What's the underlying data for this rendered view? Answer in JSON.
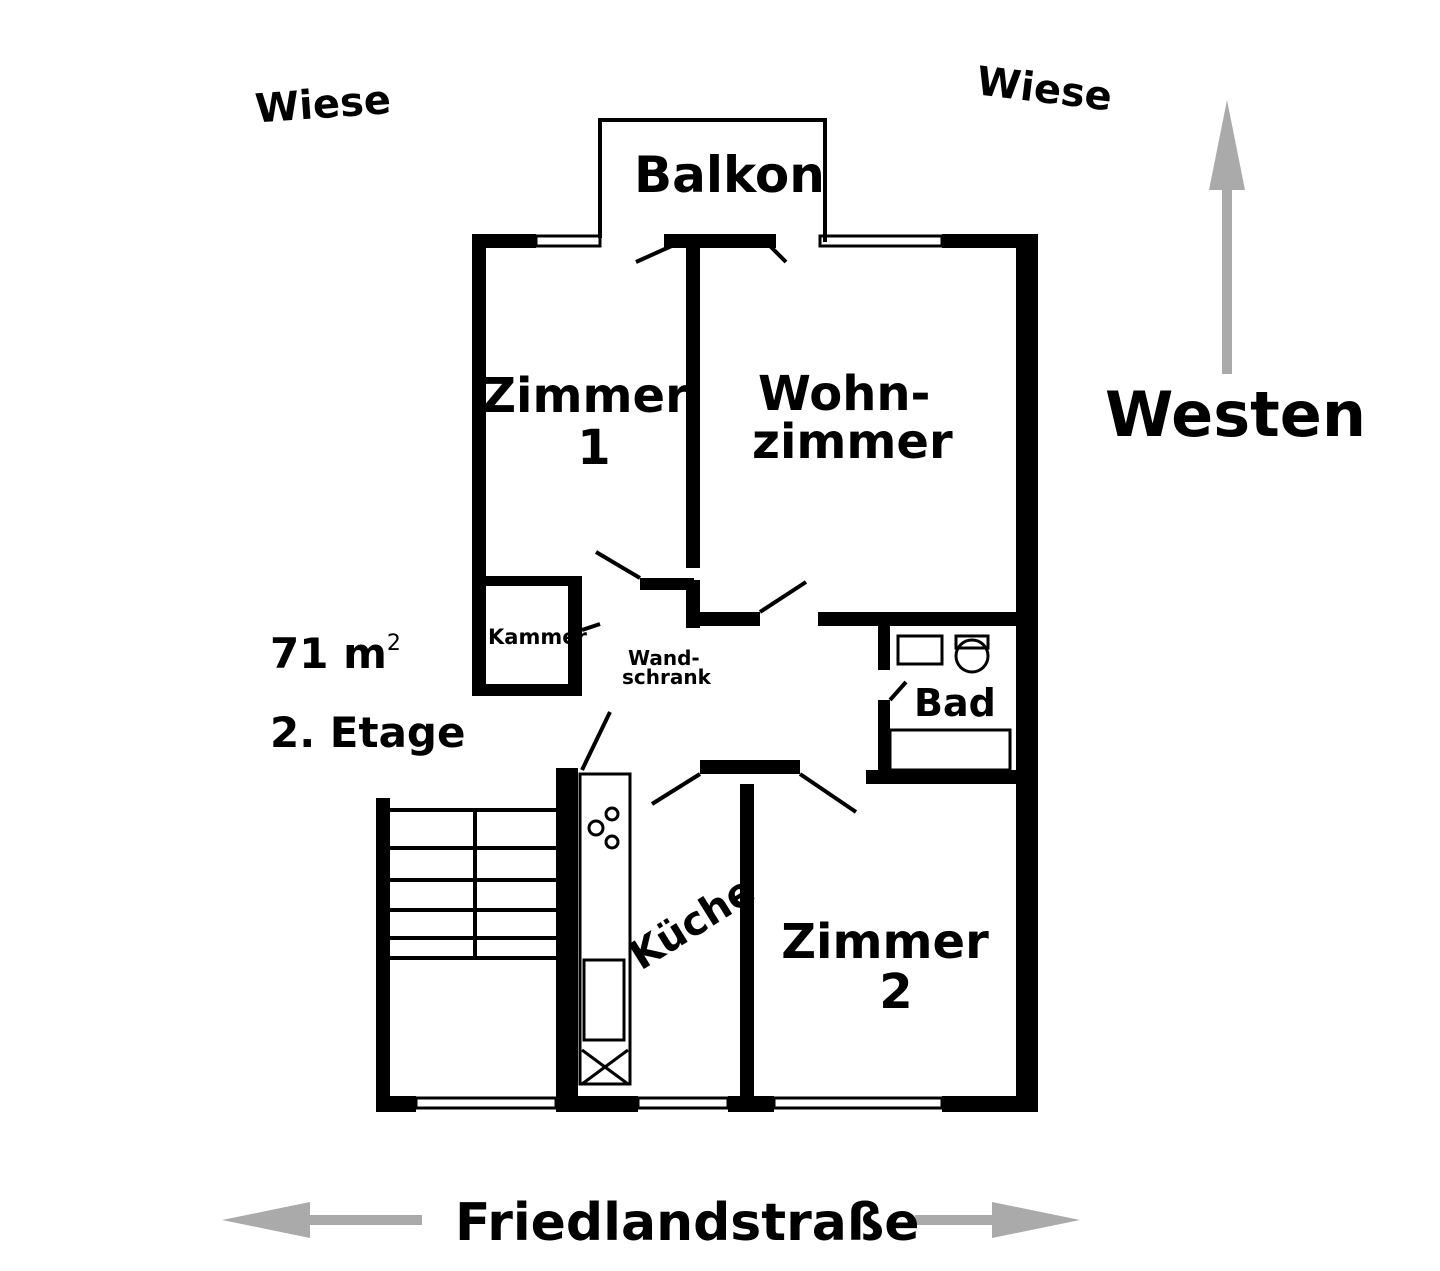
{
  "surroundings": {
    "top_left": "Wiese",
    "top_right": "Wiese",
    "direction": "Westen",
    "street": "Friedlandstraße"
  },
  "info": {
    "area": "71 m",
    "area_sup": "2",
    "floor": "2. Etage"
  },
  "rooms": {
    "balcony": "Balkon",
    "room1_line1": "Zimmer",
    "room1_line2": "1",
    "living_line1": "Wohn-",
    "living_line2": "zimmer",
    "closet": "Kammer",
    "wardrobe_line1": "Wand-",
    "wardrobe_line2": "schrank",
    "bath": "Bad",
    "kitchen": "Küche",
    "room2_line1": "Zimmer",
    "room2_line2": "2"
  },
  "colors": {
    "walls": "#000000",
    "arrows": "#aaaaaa",
    "background": "#ffffff"
  }
}
